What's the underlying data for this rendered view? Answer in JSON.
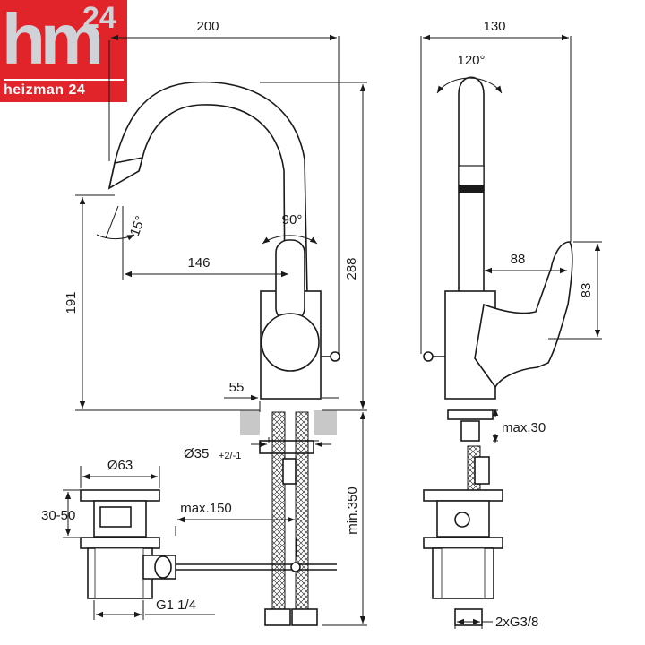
{
  "logo": {
    "mark": "hm",
    "number": "24",
    "name": "heizman 24",
    "color": "#e0242a"
  },
  "dimensions": {
    "width_front": "200",
    "width_side": "130",
    "height_total": "288",
    "height_spout": "191",
    "reach": "146",
    "base_width": "55",
    "lever_reach": "88",
    "lever_height": "83",
    "spout_rotation": "120°",
    "lever_rotation": "90°",
    "spout_angle": "15°",
    "hole_diameter": "Ø35",
    "hole_tolerance": "+2/-1",
    "deck_thickness": "max.30",
    "hose_length": "min.350",
    "waste_diameter": "Ø63",
    "waste_height": "30-50",
    "pull_rod": "max.150",
    "waste_thread": "G1 1/4",
    "hose_thread": "2xG3/8"
  }
}
